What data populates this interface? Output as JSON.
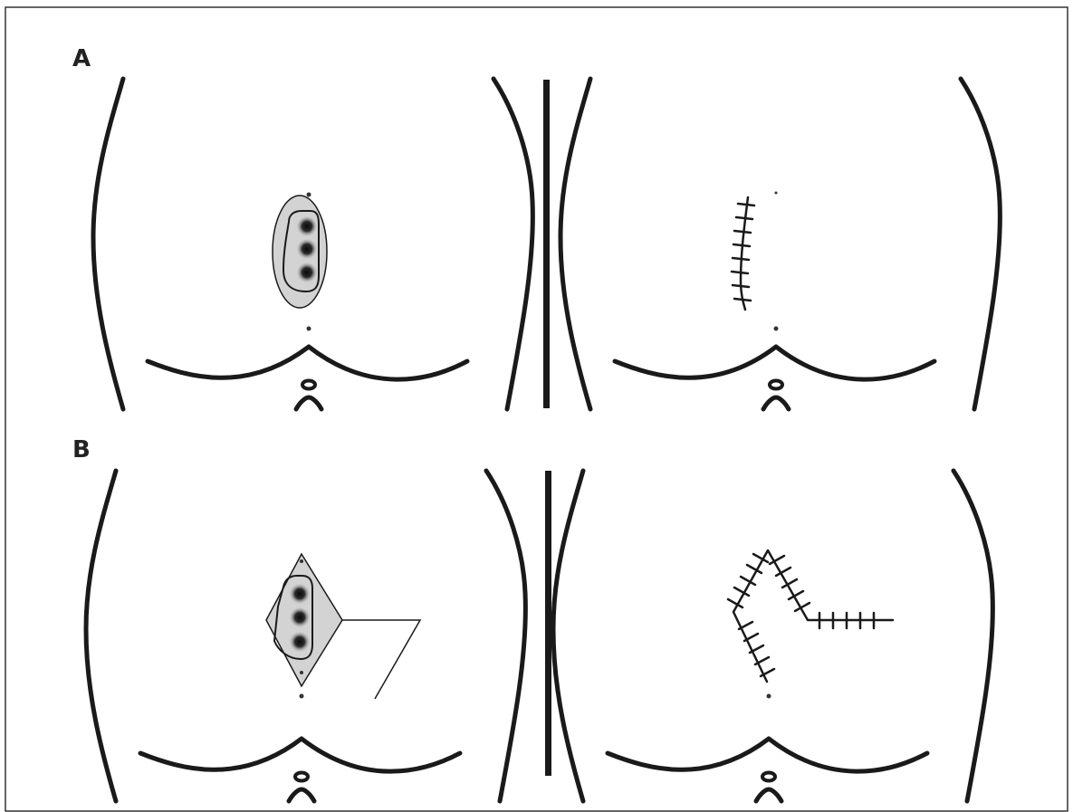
{
  "figure": {
    "panels": [
      {
        "label": "A",
        "technique": "elliptical-excision",
        "left_state": "sinus-pits-with-excision-ellipse",
        "right_state": "linear-closure-sutures"
      },
      {
        "label": "B",
        "technique": "rhomboid-flap",
        "left_state": "sinus-pits-with-rhomboid-excision-and-flap-design",
        "right_state": "flap-closure-sutures"
      }
    ],
    "sinus_pit_count": 3,
    "colors": {
      "line": "#1a1a1a",
      "excision_fill": "#d3d3d3",
      "sinus_pit": "#111111",
      "border": "#333333"
    }
  }
}
